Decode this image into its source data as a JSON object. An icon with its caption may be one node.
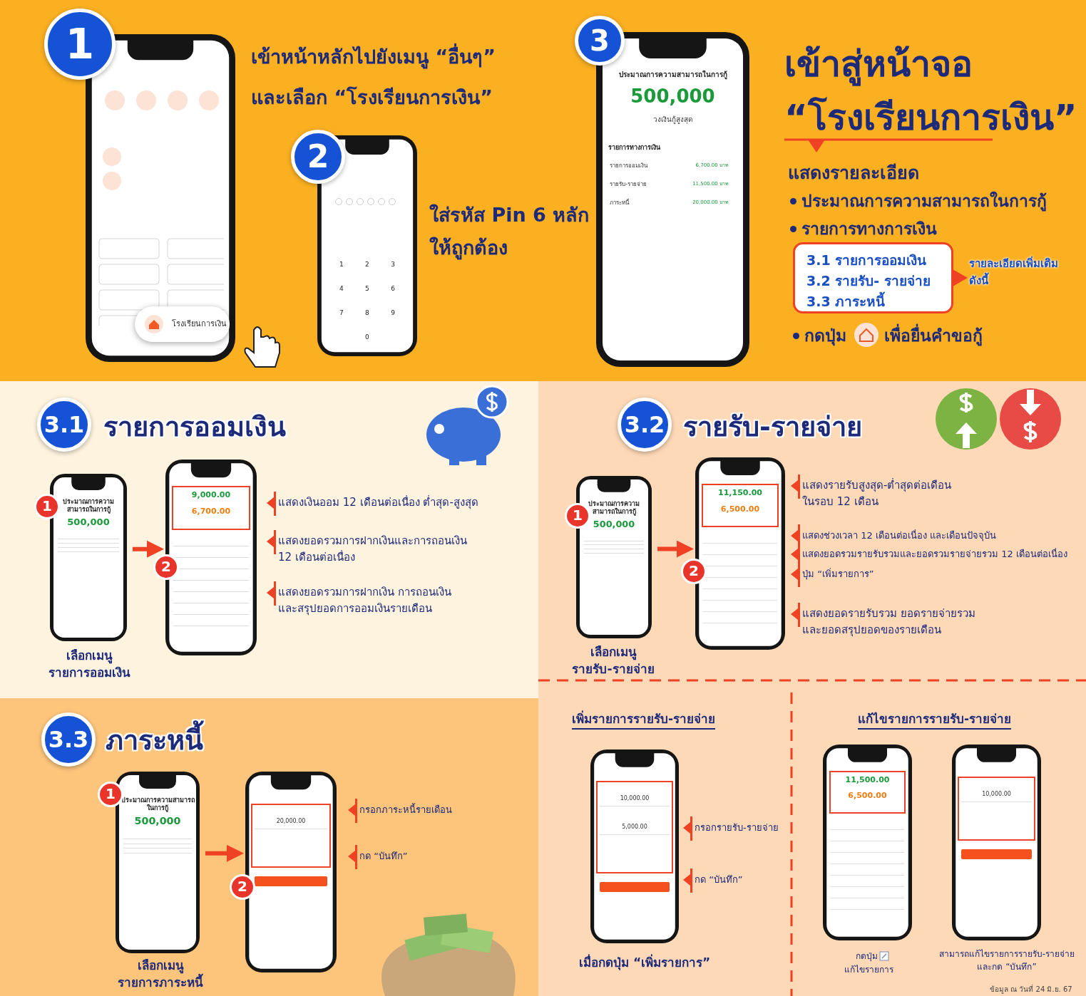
{
  "diagram": {
    "nodes": [
      {
        "text": [
          "โรงเรียนการเงิน"
        ]
      },
      {
        "text": [
          "1",
          "2",
          "3",
          "4",
          "5",
          "6",
          "7",
          "8",
          "9",
          "0"
        ]
      },
      {
        "text": [
          "ประมาณการความสามารถในการกู้",
          "500,000",
          "วงเงินกู้สูงสุด",
          "รายการทางการเงิน",
          "รายการออมเงิน",
          "6,700.00 บาท",
          "รายรับ-รายจ่าย",
          "11,500.00 บาท",
          "ภาระหนี้",
          "20,000.00 บาท"
        ]
      },
      {
        "text": [
          "ประมาณการความสามารถในการกู้",
          "500,000"
        ]
      },
      {
        "text": [
          "9,000.00",
          "6,700.00"
        ]
      },
      {
        "text": [
          "ประมาณการความสามารถในการกู้",
          "500,000"
        ]
      },
      {
        "text": [
          "11,150.00",
          "6,500.00"
        ]
      },
      {
        "text": [
          "ประมาณการความสามารถในการกู้",
          "500,000"
        ]
      },
      {
        "text": [
          "20,000.00"
        ]
      },
      {
        "text": [
          "10,000.00",
          "5,000.00"
        ]
      },
      {
        "text": [
          "11,500.00",
          "6,500.00"
        ]
      },
      {
        "text": [
          "10,000.00"
        ]
      },
      {
        "text": [
          "3.1  รายการออมเงิน",
          "3.2  รายรับ- รายจ่าย",
          "3.3  ภาระหนี้"
        ],
        "beside": [
          "รายละเอียดเพิ่มเติม ดังนี้"
        ]
      }
    ],
    "edges": [
      {
        "from": 3,
        "to": 4,
        "arrow": "to"
      },
      {
        "from": 5,
        "to": 6,
        "arrow": "to"
      },
      {
        "from": 7,
        "to": 8,
        "arrow": "to"
      }
    ],
    "labels": [
      "1",
      "เข้าหน้าหลักไปยังเมนู “อื่นๆ”",
      "และเลือก “โรงเรียนการเงิน”",
      "2",
      "ใส่รหัส Pin 6 หลัก",
      "ให้ถูกต้อง",
      "3",
      "เข้าสู่หน้าจอ",
      "“โรงเรียนการเงิน”",
      "แสดงรายละเอียด",
      "ประมาณการความสามารถในการกู้",
      "รายการทางการเงิน",
      "กดปุ่ม",
      "เพื่อยื่นคำขอกู้",
      "3.1",
      "รายการออมเงิน",
      "1",
      "2",
      "แสดงเงินออม 12 เดือนต่อเนื่อง ต่ำสุด-สูงสุด",
      "แสดงยอดรวมการฝากเงินและการถอนเงิน 12 เดือนต่อเนื่อง",
      "แสดงยอดรวมการฝากเงิน การถอนเงิน และสรุปยอดการออมเงินรายเดือน",
      "เลือกเมนู รายการออมเงิน",
      "3.2",
      "รายรับ-รายจ่าย",
      "1",
      "2",
      "แสดงรายรับสูงสุด-ต่ำสุดต่อเดือน ในรอบ 12 เดือน",
      "แสดงช่วงเวลา 12 เดือนต่อเนื่อง และเดือนปัจจุบัน",
      "แสดงยอดรวมรายรับรวมและยอดรวมรายจ่ายรวม 12 เดือนต่อเนื่อง",
      "ปุ่ม “เพิ่มรายการ”",
      "แสดงยอดรายรับรวม ยอดรายจ่ายรวม และยอดสรุปยอดของรายเดือน",
      "เลือกเมนู รายรับ-รายจ่าย",
      "3.3",
      "ภาระหนี้",
      "1",
      "2",
      "กรอกภาระหนี้รายเดือน",
      "กด “บันทึก”",
      "เลือกเมนู รายการภาระหนี้",
      "เพิ่มรายการรายรับ-รายจ่าย",
      "กรอกรายรับ-รายจ่าย",
      "กด “บันทึก”",
      "เมื่อกดปุ่ม “เพิ่มรายการ”",
      "แก้ไขรายการรายรับ-รายจ่าย",
      "กดปุ่ม",
      "แก้ไขรายการ",
      "สามารถแก้ไขรายการรายรับ-รายจ่าย และกด “บันทึก”",
      "ข้อมูล ณ วันที่ 24 มิ.ย. 67"
    ]
  }
}
